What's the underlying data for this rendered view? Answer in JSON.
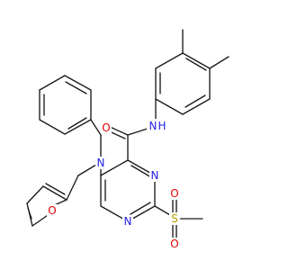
{
  "molecule": {
    "atom_colors": {
      "C": "#1a1a1a",
      "N": "#1f1fe6",
      "O": "#e60000",
      "S": "#b8a000",
      "H": "#1f1fe6"
    },
    "atom_labels": [
      {
        "id": "n_amine",
        "text": "N",
        "element": "N"
      },
      {
        "id": "n_amide",
        "text": "H",
        "element": "N"
      },
      {
        "id": "o_carbonyl",
        "text": "O",
        "element": "O"
      },
      {
        "id": "n_pyr_upper",
        "text": "N",
        "element": "N"
      },
      {
        "id": "n_pyr_lower",
        "text": "N",
        "element": "N"
      },
      {
        "id": "s_sulfonyl",
        "text": "S",
        "element": "S"
      },
      {
        "id": "o_sulfonyl_top",
        "text": "O",
        "element": "O"
      },
      {
        "id": "o_sulfonyl_bottom",
        "text": "O",
        "element": "O"
      },
      {
        "id": "o_furan",
        "text": "O",
        "element": "O"
      }
    ]
  }
}
